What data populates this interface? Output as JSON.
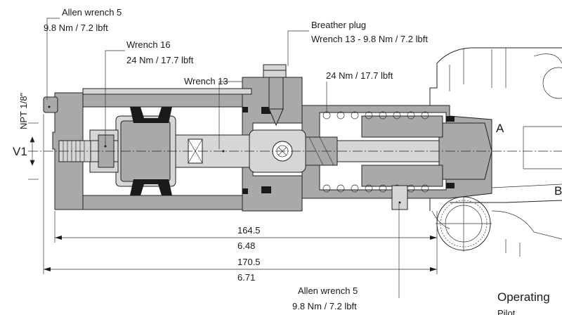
{
  "callouts": {
    "allen_top_line1": "Allen wrench 5",
    "allen_top_line2": "9.8 Nm / 7.2 lbft",
    "wrench16_line1": "Wrench 16",
    "wrench16_line2": "24 Nm / 17.7 lbft",
    "wrench13": "Wrench 13",
    "breather_line1": "Breather plug",
    "breather_line2": "Wrench 13 - 9.8 Nm / 7.2 lbft",
    "torque_center": "24 Nm / 17.7 lbft",
    "allen_bottom_line1": "Allen wrench 5",
    "allen_bottom_line2": "9.8 Nm / 7.2 lbft"
  },
  "ports": {
    "npt": "NPT 1/8\"",
    "v1": "V1",
    "a": "A",
    "b": "B"
  },
  "dimensions": {
    "inner_mm": "164.5",
    "inner_in": "6.48",
    "outer_mm": "170.5",
    "outer_in": "6.71"
  },
  "footer": {
    "operating": "Operating",
    "pilot": "Pilot"
  }
}
